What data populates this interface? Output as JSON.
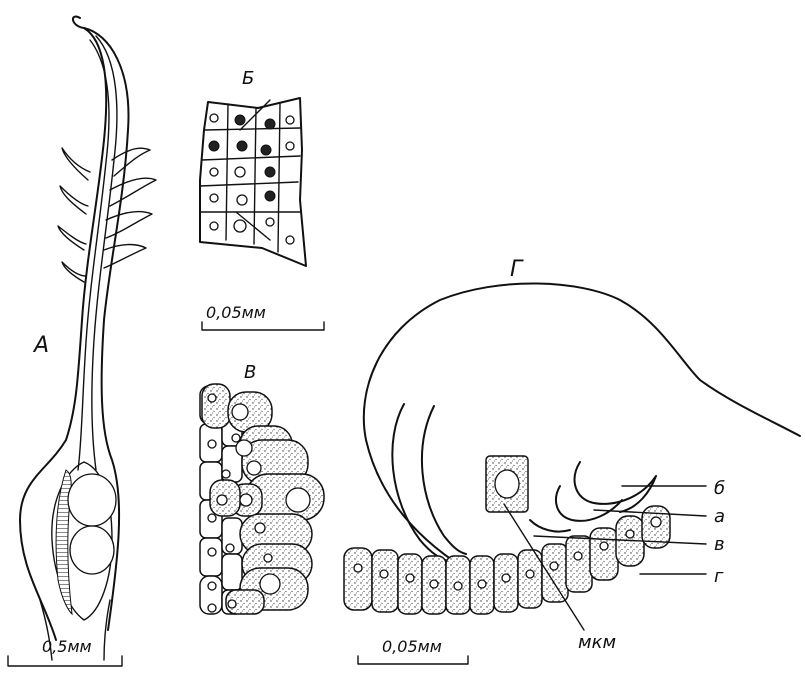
{
  "panels": {
    "a": {
      "label": "А",
      "scale_label": "0,5мм"
    },
    "b": {
      "label": "Б",
      "scale_label": "0,05мм"
    },
    "v": {
      "label": "В"
    },
    "g": {
      "label": "Г",
      "scale_label": "0,05мм",
      "annotations": {
        "b": "б",
        "a": "а",
        "v": "в",
        "g": "г",
        "mkm": "мкм"
      }
    }
  },
  "colors": {
    "ink": "#111111",
    "paper": "#ffffff"
  }
}
